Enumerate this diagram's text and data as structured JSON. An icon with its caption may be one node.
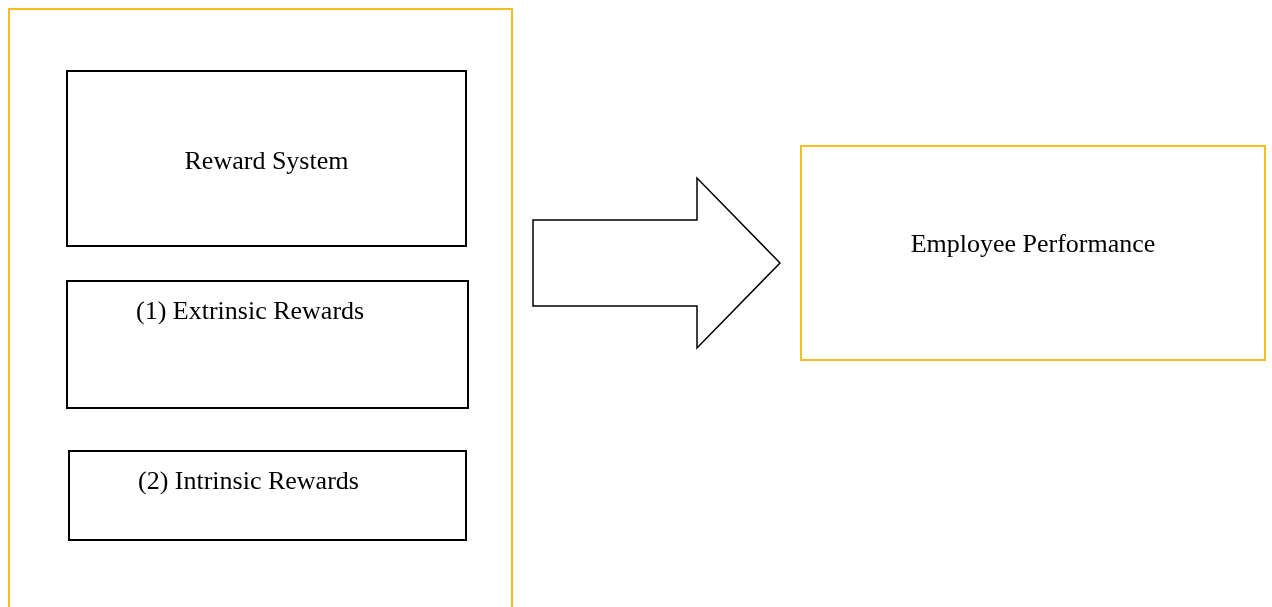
{
  "diagram": {
    "nodes": [
      {
        "text": [],
        "shape": "box"
      },
      {
        "text": [
          "Reward System"
        ],
        "in": 0
      },
      {
        "text": [
          "(1) Extrinsic Rewards"
        ],
        "in": 0
      },
      {
        "text": [
          "(2) Intrinsic Rewards"
        ],
        "in": 0
      },
      {
        "text": [
          "Employee Performance"
        ]
      }
    ],
    "edges": [
      {
        "from": 0,
        "to": 4,
        "arrow": "to"
      }
    ]
  }
}
